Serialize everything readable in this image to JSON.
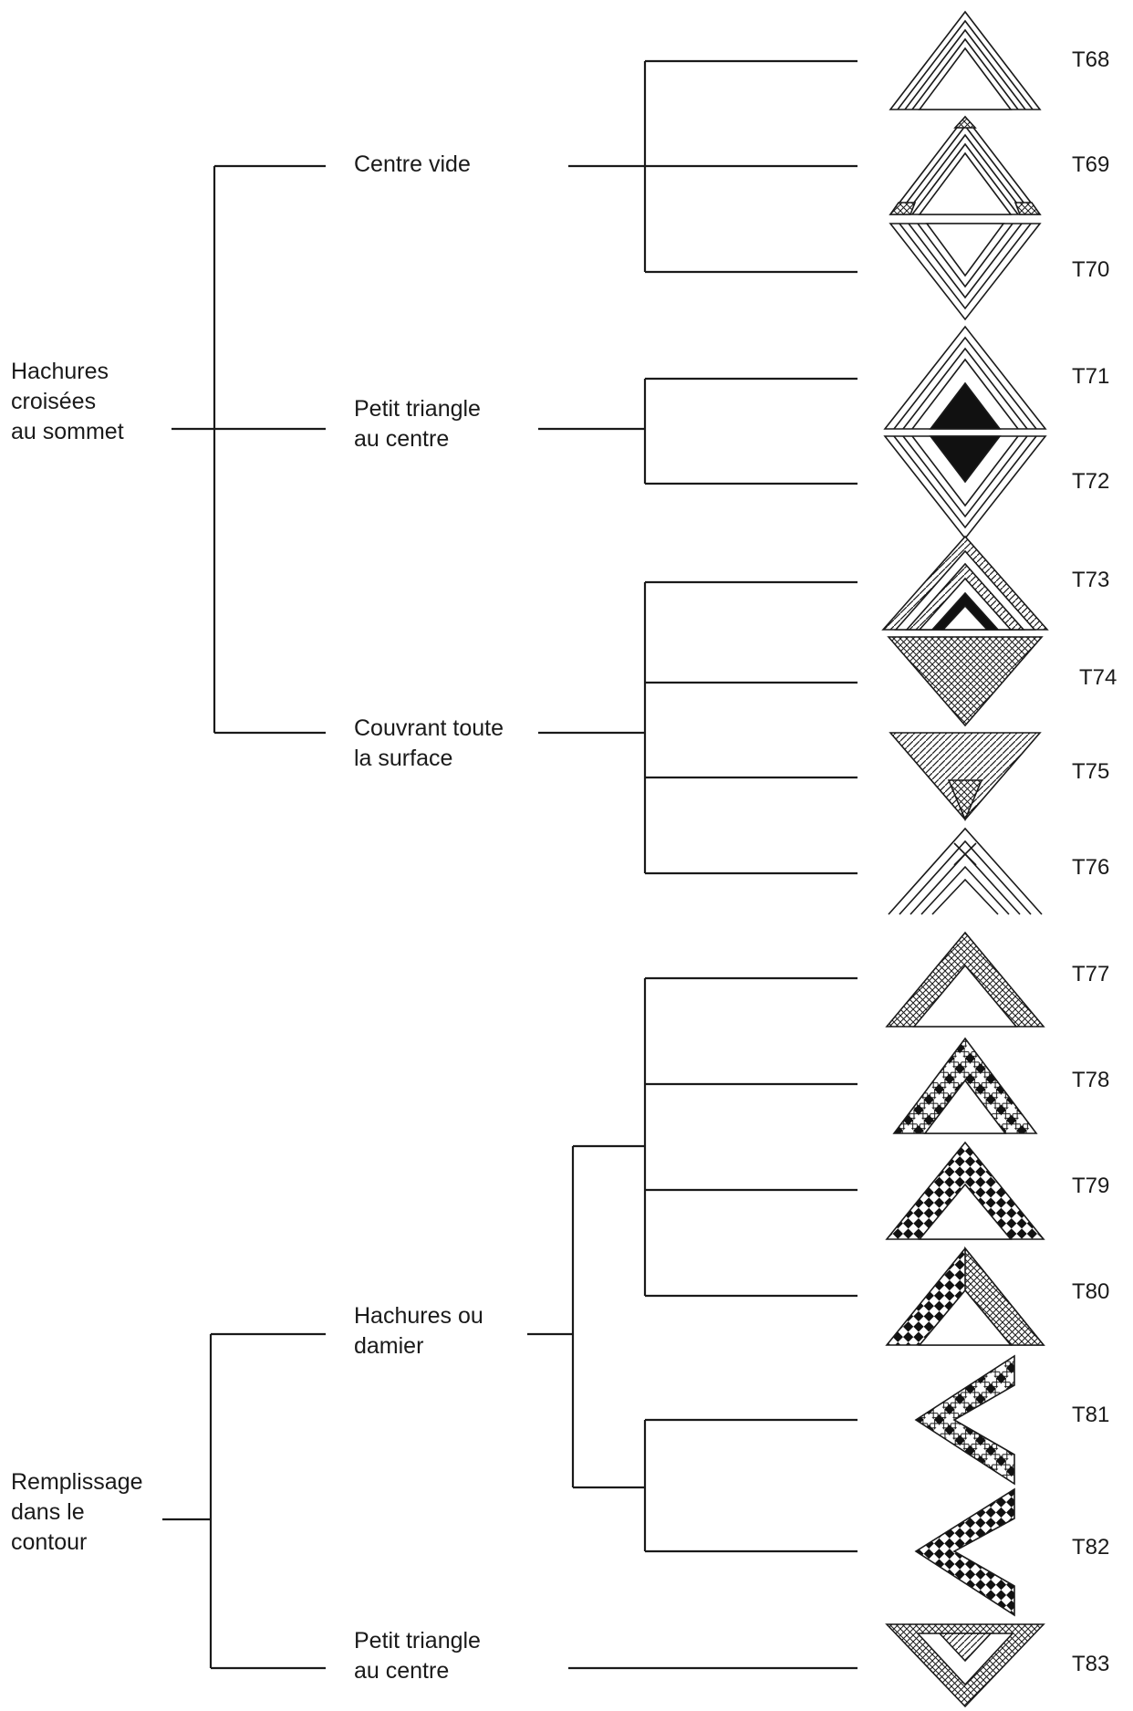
{
  "categories": [
    {
      "id": "hachures",
      "lines": [
        "Hachures",
        "croisées",
        "au sommet"
      ]
    },
    {
      "id": "remplissage",
      "lines": [
        "Remplissage",
        "dans le",
        "contour"
      ]
    }
  ],
  "subcategories": [
    {
      "id": "centre-vide",
      "lines": [
        "Centre vide"
      ]
    },
    {
      "id": "petit-triangle-1",
      "lines": [
        "Petit triangle",
        "au centre"
      ]
    },
    {
      "id": "couvrant",
      "lines": [
        "Couvrant toute",
        "la surface"
      ]
    },
    {
      "id": "hachures-damier",
      "lines": [
        "Hachures ou",
        "damier"
      ]
    },
    {
      "id": "petit-triangle-2",
      "lines": [
        "Petit triangle",
        "au centre"
      ]
    }
  ],
  "types": [
    {
      "code": "T68",
      "glyph": "hatched-triangle-up-empty-centre"
    },
    {
      "code": "T69",
      "glyph": "crosshatched-triangle-up-empty-centre"
    },
    {
      "code": "T70",
      "glyph": "hatched-triangle-down-empty-centre"
    },
    {
      "code": "T71",
      "glyph": "triangle-up-with-black-centre"
    },
    {
      "code": "T72",
      "glyph": "triangle-down-with-black-centre"
    },
    {
      "code": "T73",
      "glyph": "nested-bordered-triangle-up"
    },
    {
      "code": "T74",
      "glyph": "full-crosshatched-triangle-down"
    },
    {
      "code": "T75",
      "glyph": "full-hatched-triangle-down"
    },
    {
      "code": "T76",
      "glyph": "open-chevron-lines-up"
    },
    {
      "code": "T77",
      "glyph": "grid-band-triangle-up"
    },
    {
      "code": "T78",
      "glyph": "checker-hatched-triangle-up"
    },
    {
      "code": "T79",
      "glyph": "black-white-checker-triangle-up"
    },
    {
      "code": "T80",
      "glyph": "mixed-checker-triangle-up"
    },
    {
      "code": "T81",
      "glyph": "checker-chevron-left"
    },
    {
      "code": "T82",
      "glyph": "black-checker-chevron-left"
    },
    {
      "code": "T83",
      "glyph": "grid-triangle-down-small-centre"
    }
  ]
}
